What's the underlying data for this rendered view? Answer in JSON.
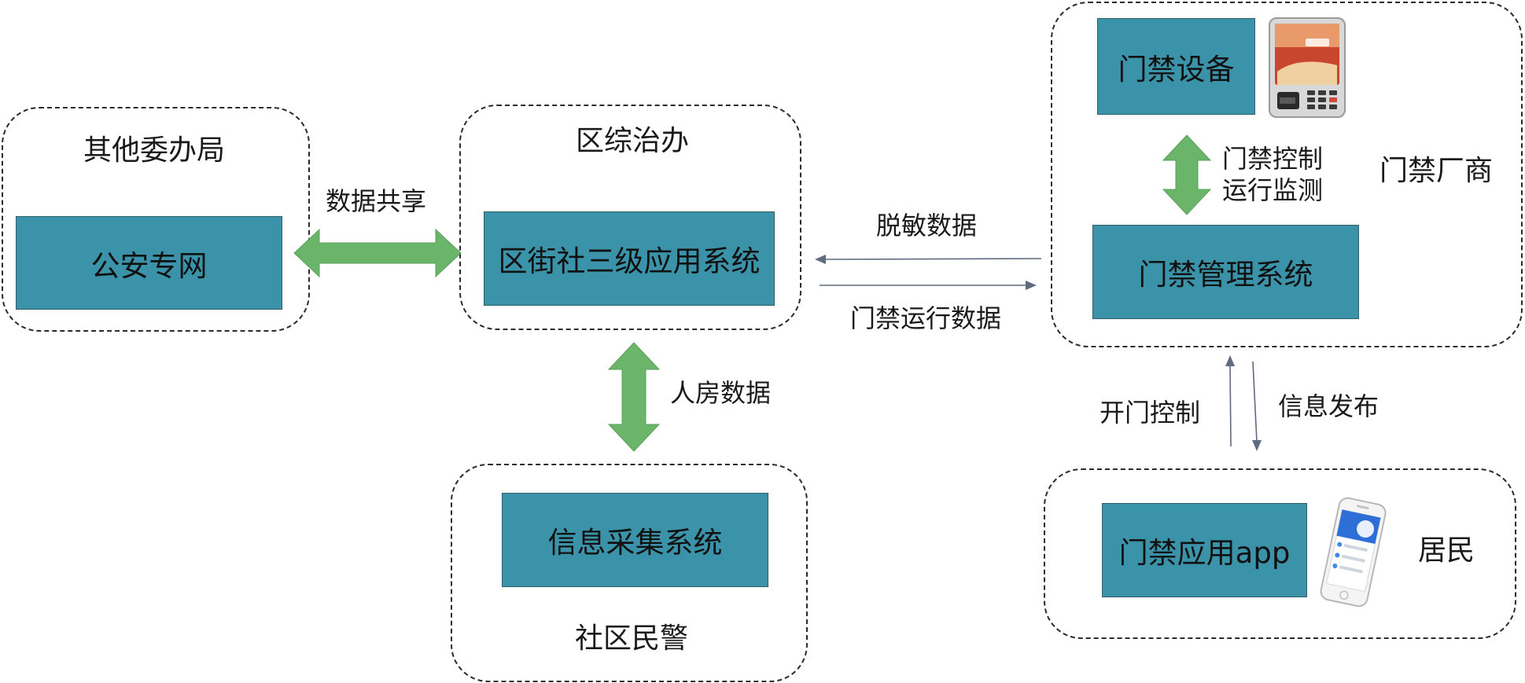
{
  "groups": {
    "other_bureaus": "其他委办局",
    "district_office": "区综治办",
    "community_police": "社区民警",
    "vendor": "门禁厂商",
    "residents": "居民"
  },
  "nodes": {
    "public_security_net": "公安专网",
    "three_level_system": "区街社三级应用系统",
    "info_collection": "信息采集系统",
    "access_device": "门禁设备",
    "access_management": "门禁管理系统",
    "access_app": "门禁应用app"
  },
  "edges": {
    "data_sharing": "数据共享",
    "population_housing": "人房数据",
    "desensitized": "脱敏数据",
    "access_run_data": "门禁运行数据",
    "access_control": "门禁控制",
    "run_monitoring": "运行监测",
    "door_open_control": "开门控制",
    "info_publish": "信息发布"
  },
  "colors": {
    "node_fill": "#3a93a9",
    "arrow_fill": "#6ab56a",
    "thin_arrow": "#5f6b7f"
  },
  "icons": [
    "access-terminal-icon",
    "smartphone-icon"
  ]
}
